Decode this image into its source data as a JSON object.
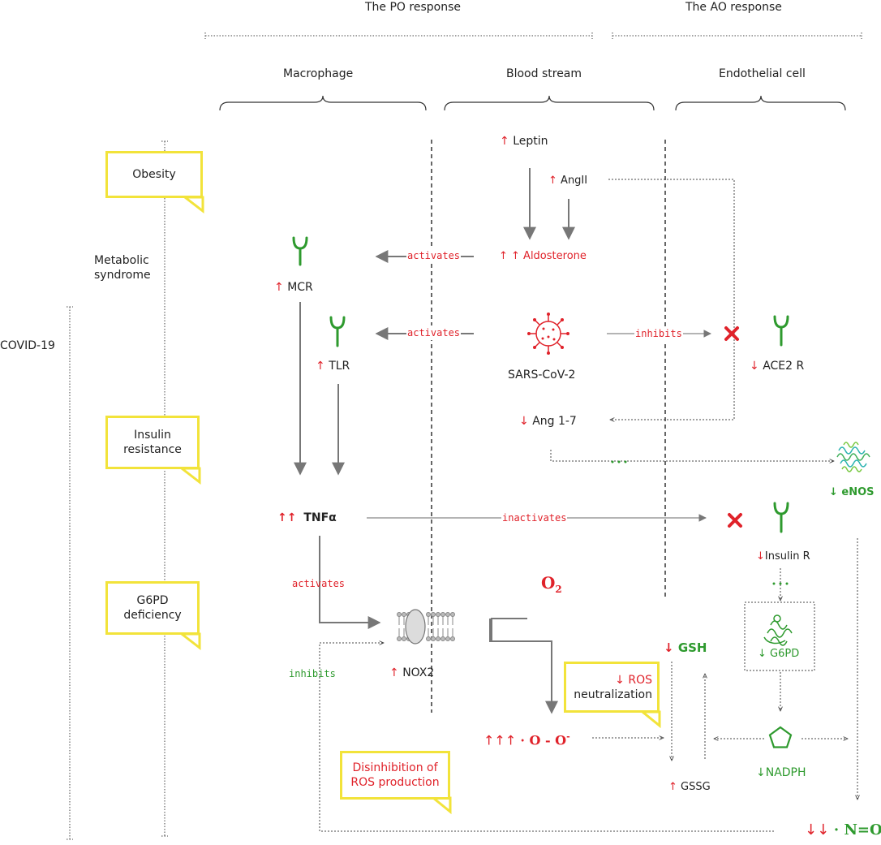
{
  "headers": {
    "po_response": "The PO response",
    "ao_response": "The AO response",
    "macrophage": "Macrophage",
    "blood_stream": "Blood stream",
    "endothelial_cell": "Endothelial cell"
  },
  "left_axis": {
    "metabolic_syndrome_line1": "Metabolic",
    "metabolic_syndrome_line2": "syndrome",
    "covid19": "COVID-19"
  },
  "notes": {
    "obesity": "Obesity",
    "insulin_resistance_line1": "Insulin",
    "insulin_resistance_line2": "resistance",
    "g6pd_deficiency_line1": "G6PD",
    "g6pd_deficiency_line2": "deficiency",
    "ros_neutralization_line1": "↓ ROS",
    "ros_neutralization_line2": "neutralization",
    "disinhibition_line1": "Disinhibition of",
    "disinhibition_line2": "ROS production"
  },
  "nodes": {
    "leptin_arrow": "↑",
    "leptin": "Leptin",
    "angii_arrow": "↑",
    "angii": "AngII",
    "aldosterone": "↑ ↑ Aldosterone",
    "mcr_arrow": "↑",
    "mcr": "MCR",
    "tlr_arrow": "↑",
    "tlr": "TLR",
    "sars_cov_2": "SARS-CoV-2",
    "ace2_arrow": "↓",
    "ace2": "ACE2 R",
    "ang17_arrow": "↓",
    "ang17": "Ang 1-7",
    "enos": "↓ eNOS",
    "tnfa_arrows": "↑↑",
    "tnfa": "TNFα",
    "insulin_r_arrow": "↓",
    "insulin_r": "Insulin R",
    "o2": "O",
    "o2_sub": "2",
    "nox2_arrow": "↑",
    "nox2": "NOX2",
    "gsh_arrow": "↓",
    "gsh": "GSH",
    "g6pd": "↓ G6PD",
    "superoxide_arrows": "↑↑↑",
    "superoxide": "· O - O",
    "superoxide_sup": "-",
    "nadph": "↓NADPH",
    "gssg_arrow": "↑",
    "gssg": "GSSG",
    "no_arrows": "↓↓",
    "no": "· N=O"
  },
  "edge_labels": {
    "activates_mcr": "activates",
    "activates_tlr": "activates",
    "inhibits_ace2": "inhibits",
    "inactivates_insulin": "inactivates",
    "activates_nox2": "activates",
    "inhibits_nox2": "inhibits"
  },
  "colors": {
    "red": "#e0222a",
    "green": "#2e9a2e",
    "note_border": "#f2e33a",
    "arrow_gray": "#777777"
  },
  "icons": {
    "receptor": "receptor-icon",
    "virus": "virus-icon",
    "membrane": "membrane-icon",
    "protein": "protein-structure-icon",
    "pentagon": "pentagon-icon",
    "cross": "cross-icon"
  }
}
